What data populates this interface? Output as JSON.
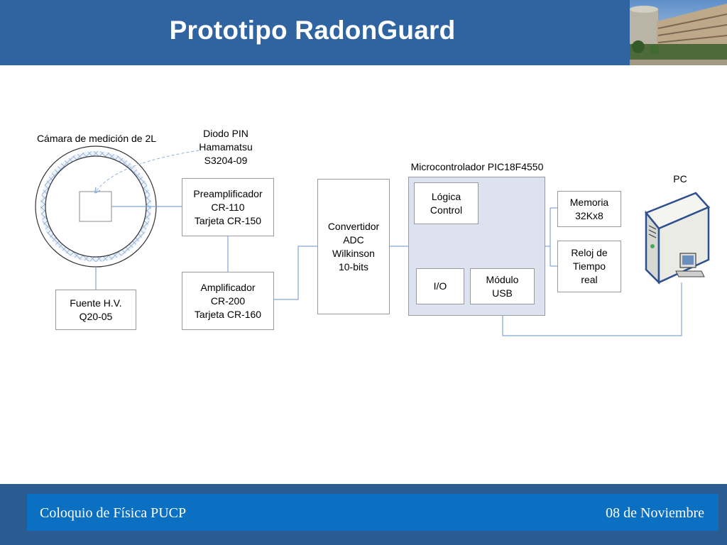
{
  "header": {
    "title": "Prototipo RadonGuard"
  },
  "diagram": {
    "camera_label": "Cámara de medición de 2L",
    "diode_label": "Diodo PIN\nHamamatsu\nS3204-09",
    "microcontroller_label": "Microcontrolador PIC18F4550",
    "pc_label": "PC",
    "blocks": {
      "preamp": "Preamplificador\nCR-110\nTarjeta CR-150",
      "amp": "Amplificador\nCR-200\nTarjeta CR-160",
      "hv": "Fuente H.V.\nQ20-05",
      "adc": "Convertidor\nADC\nWilkinson\n10-bits",
      "logic": "Lógica\nControl",
      "io": "I/O",
      "usb": "Módulo\nUSB",
      "memory": "Memoria\n32Kx8",
      "clock": "Reloj de\nTiempo\nreal"
    }
  },
  "footer": {
    "left": "Coloquio de Física PUCP",
    "right": "08 de Noviembre"
  },
  "colors": {
    "header_bg": "#2f64a0",
    "footer_bg": "#2a5b91",
    "footer_bar": "#0b6fc2",
    "connector": "#7ea6d8",
    "panel": "#dde2f1"
  }
}
